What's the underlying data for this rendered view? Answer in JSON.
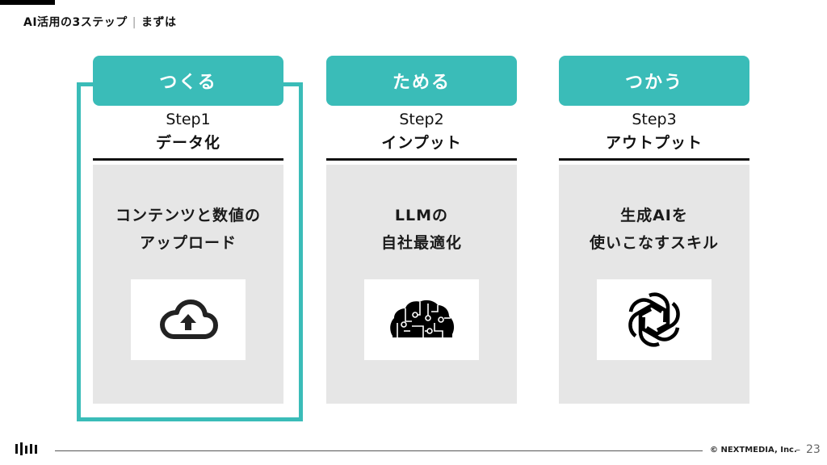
{
  "header": {
    "title": "AI活用の3ステップ",
    "separator": "|",
    "subtitle": "まずは"
  },
  "colors": {
    "accent": "#3abcb8",
    "panel": "#e6e6e6",
    "text": "#111111"
  },
  "steps": [
    {
      "label": "つくる",
      "step": "Step1",
      "title": "データ化",
      "description_line1": "コンテンツと数値の",
      "description_line2": "アップロード",
      "icon": "cloud-upload-icon",
      "highlighted": true
    },
    {
      "label": "ためる",
      "step": "Step2",
      "title": "インプット",
      "description_line1": "LLMの",
      "description_line2": "自社最適化",
      "icon": "circuit-brain-icon",
      "highlighted": false
    },
    {
      "label": "つかう",
      "step": "Step3",
      "title": "アウトプット",
      "description_line1": "生成AIを",
      "description_line2": "使いこなすスキル",
      "icon": "openai-knot-icon",
      "highlighted": false
    }
  ],
  "footer": {
    "logo": "nextmedia-logo-icon",
    "copyright": "© NEXTMEDIA, Inc.",
    "dash": "–",
    "page_number": "23"
  }
}
